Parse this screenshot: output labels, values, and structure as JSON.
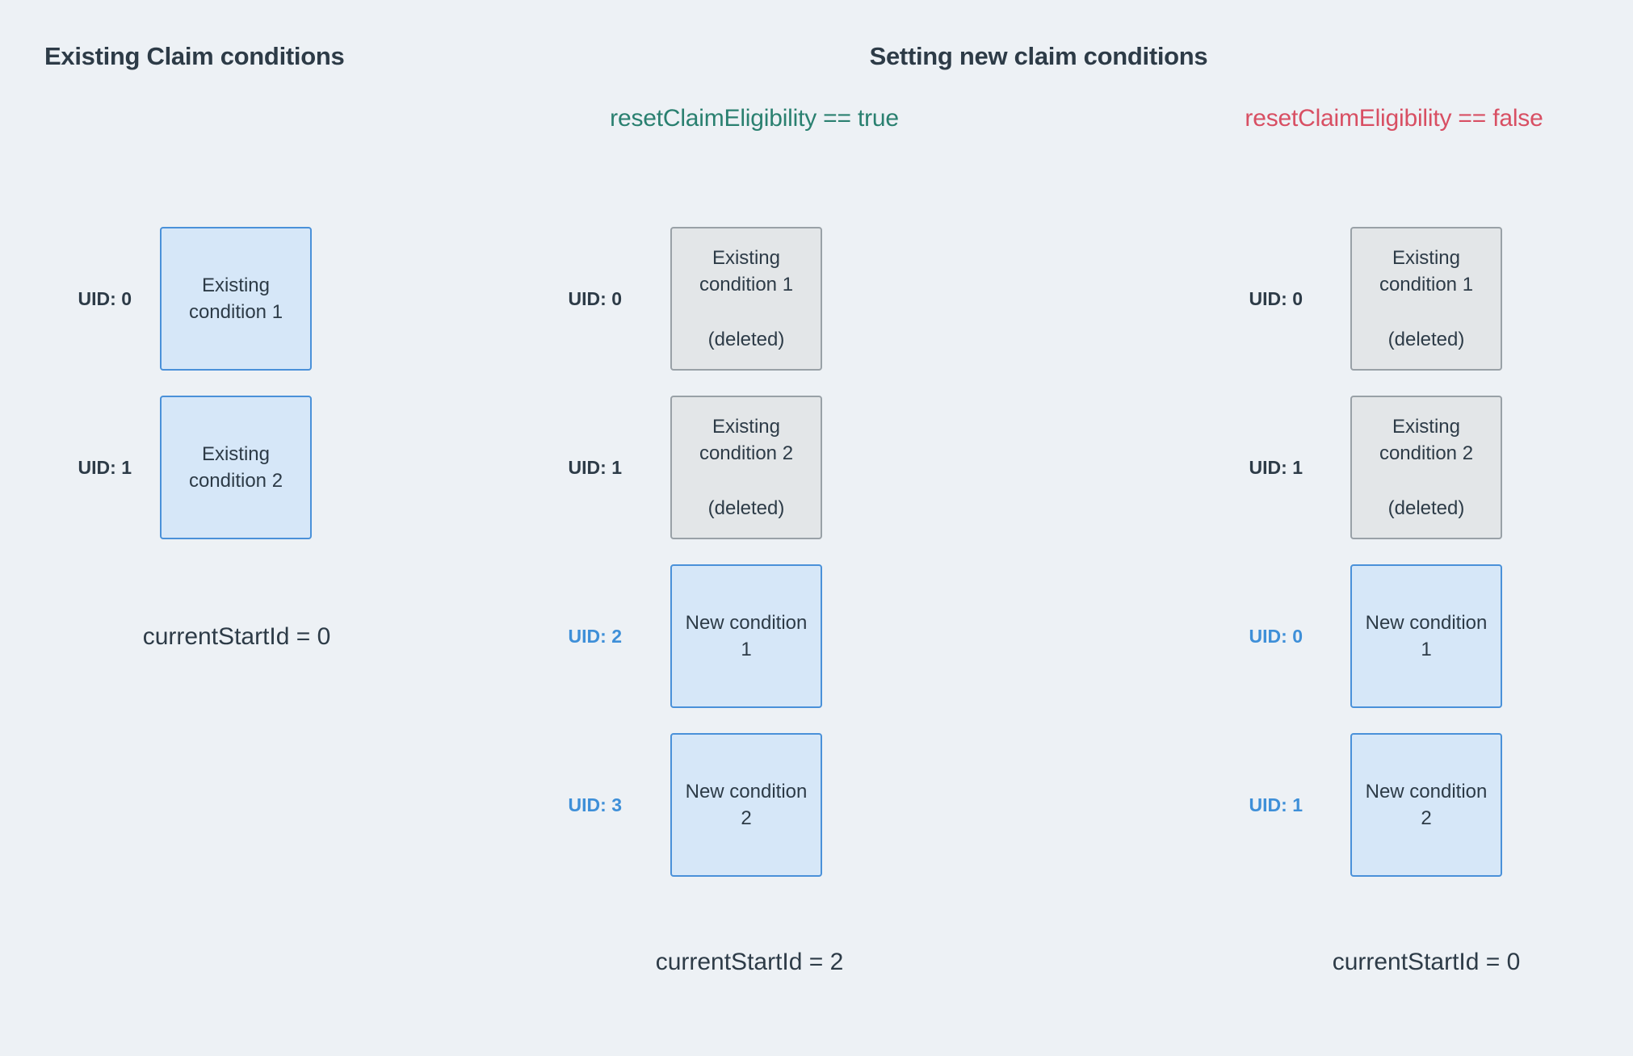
{
  "headings": {
    "left": "Existing Claim conditions",
    "right": "Setting new claim conditions"
  },
  "scenarios": {
    "true_case": "resetClaimEligibility == true",
    "false_case": "resetClaimEligibility == false"
  },
  "colors": {
    "background": "#edf1f5",
    "text_dark": "#2d3b47",
    "uid_blue": "#3e8fd8",
    "box_blue_fill": "#d6e7f8",
    "box_blue_border": "#4a91d9",
    "box_gray_fill": "#e3e6e8",
    "box_gray_border": "#99a1a7",
    "scenario_true": "#2a8070",
    "scenario_false": "#d84f63"
  },
  "columns": [
    {
      "name": "existing-claim-conditions",
      "rows": [
        {
          "uid": "UID: 0",
          "box_label": "Existing condition 1"
        },
        {
          "uid": "UID: 1",
          "box_label": "Existing condition 2"
        }
      ],
      "footer": "currentStartId = 0"
    },
    {
      "name": "reset-eligibility-true",
      "rows": [
        {
          "uid": "UID: 0",
          "box_label": "Existing condition 1",
          "box_note": "(deleted)"
        },
        {
          "uid": "UID: 1",
          "box_label": "Existing condition 2",
          "box_note": "(deleted)"
        },
        {
          "uid": "UID: 2",
          "box_label": "New condition 1"
        },
        {
          "uid": "UID: 3",
          "box_label": "New condition 2"
        }
      ],
      "footer": "currentStartId = 2"
    },
    {
      "name": "reset-eligibility-false",
      "rows": [
        {
          "uid": "UID: 0",
          "box_label": "Existing condition 1",
          "box_note": "(deleted)"
        },
        {
          "uid": "UID: 1",
          "box_label": "Existing condition 2",
          "box_note": "(deleted)"
        },
        {
          "uid": "UID: 0",
          "box_label": "New condition 1"
        },
        {
          "uid": "UID: 1",
          "box_label": "New condition 2"
        }
      ],
      "footer": "currentStartId = 0"
    }
  ]
}
